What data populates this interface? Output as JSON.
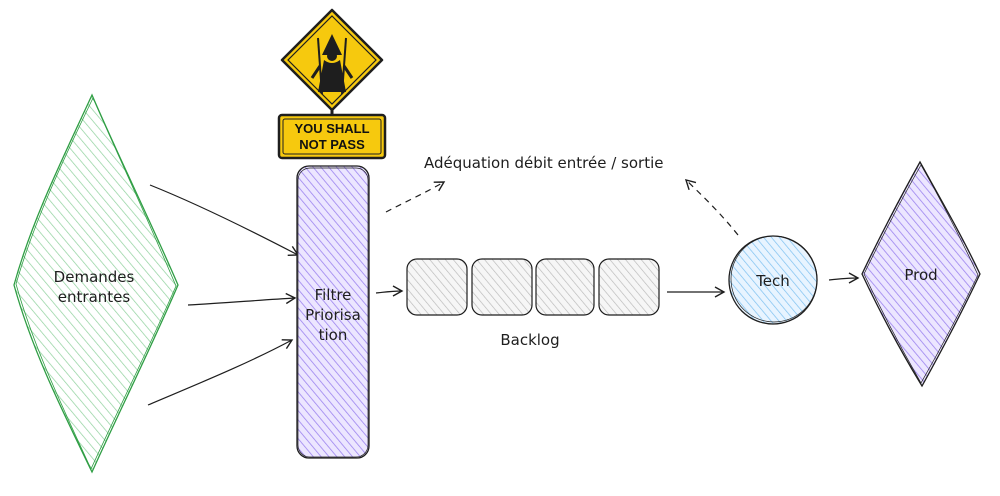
{
  "sign": {
    "line1": "YOU SHALL",
    "line2": "NOT PASS",
    "icon": "wizard-warning-sign"
  },
  "nodes": {
    "demandes": {
      "line1": "Demandes",
      "line2": "entrantes",
      "fill": "#d3f0d9",
      "stroke": "#2f9e44"
    },
    "filtre": {
      "line1": "Filtre",
      "line2": "Priorisa",
      "line3": "tion",
      "fill": "#d0bfff",
      "stroke": "#1e1e1e"
    },
    "backlog": {
      "label": "Backlog",
      "fill": "#e9ecef",
      "stroke": "#1e1e1e",
      "count": 4
    },
    "tech": {
      "label": "Tech",
      "fill": "#a5d8ff",
      "stroke": "#1e1e1e"
    },
    "prod": {
      "label": "Prod",
      "fill": "#d0bfff",
      "stroke": "#1e1e1e"
    }
  },
  "annotation": {
    "label": "Adéquation débit entrée / sortie"
  },
  "colors": {
    "sign_yellow": "#f6c90e",
    "sign_border": "#1e1e1e",
    "ink": "#1e1e1e"
  }
}
